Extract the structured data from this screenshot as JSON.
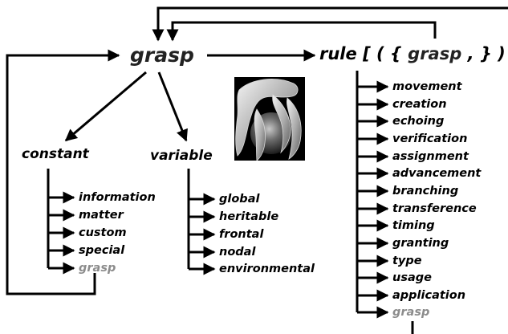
{
  "root": "grasp",
  "rule": {
    "keyword": "rule",
    "open": "[ ( {",
    "inner": "grasp",
    "close": ", } ) ]"
  },
  "constant": {
    "label": "constant",
    "items": [
      "information",
      "matter",
      "custom",
      "special",
      "grasp"
    ]
  },
  "variable": {
    "label": "variable",
    "items": [
      "global",
      "heritable",
      "frontal",
      "nodal",
      "environmental"
    ]
  },
  "rule_items": [
    "movement",
    "creation",
    "echoing",
    "verification",
    "assignment",
    "advancement",
    "branching",
    "transference",
    "timing",
    "granting",
    "type",
    "usage",
    "application",
    "grasp"
  ],
  "image": {
    "subject": "claw-holding-sphere"
  },
  "colors": {
    "line": "#000000",
    "text": "#000000",
    "highlight": "#8c8c8c"
  }
}
